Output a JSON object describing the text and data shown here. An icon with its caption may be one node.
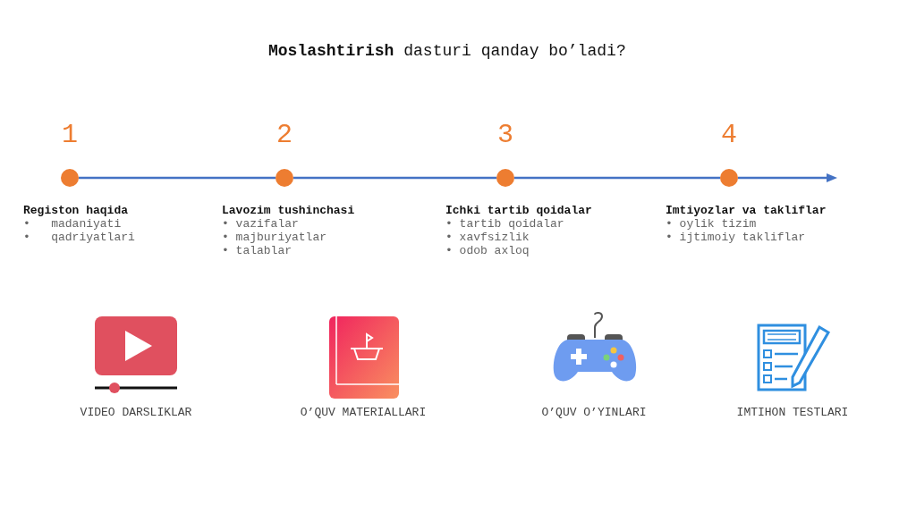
{
  "diagram": {
    "title": "**Moslashtirish** dasturi qanday bo’ladi?",
    "nodes": [
      {
        "text": [],
        "shape": "circle",
        "beside": [
          "1",
          "Registon haqida",
          "•   madaniyati",
          "•   qadriyatlari"
        ]
      },
      {
        "text": [],
        "shape": "circle",
        "beside": [
          "2",
          "Lavozim tushinchasi",
          "• vazifalar",
          "• majburiyatlar",
          "• talablar"
        ]
      },
      {
        "text": [],
        "shape": "circle",
        "beside": [
          "3",
          "Ichki tartib qoidalar",
          "• tartib qoidalar",
          "• xavfsizlik",
          "• odob axloq"
        ]
      },
      {
        "text": [],
        "shape": "circle",
        "beside": [
          "4",
          "Imtiyozlar va takliflar",
          "• oylik tizim",
          "• ijtimoiy takliflar"
        ]
      }
    ],
    "edges": [
      {
        "from": 0,
        "to": 1,
        "arrow": "none",
        "color": "#4472c4"
      },
      {
        "from": 1,
        "to": 2,
        "arrow": "none",
        "color": "#4472c4"
      },
      {
        "from": 2,
        "to": 3,
        "arrow": "none",
        "color": "#4472c4"
      }
    ],
    "labels": [
      "VIDEO DARSLIKLAR",
      "O’QUV MATERIALLARI",
      "O’QUV O’YINLARI",
      "IMTIHON TESTLARI"
    ]
  }
}
